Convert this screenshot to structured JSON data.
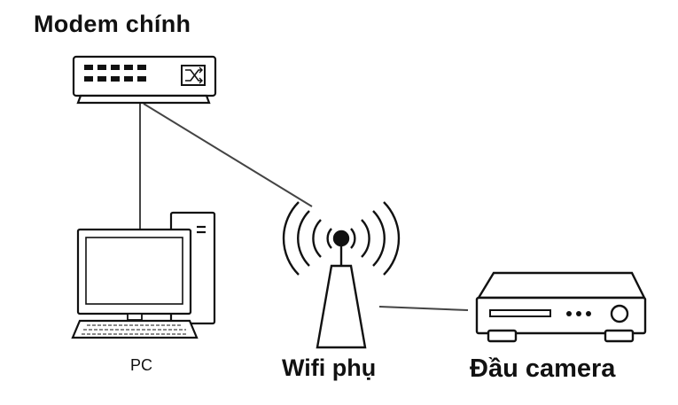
{
  "labels": {
    "modem": "Modem chính",
    "pc": "PC",
    "wifi": "Wifi phụ",
    "dvr": "Đầu camera"
  },
  "icons": {
    "modem": "network-switch-icon",
    "pc": "desktop-computer-icon",
    "wifi": "wifi-antenna-icon",
    "dvr": "dvr-recorder-icon"
  },
  "colors": {
    "stroke": "#111111",
    "cable": "#444444",
    "background": "#ffffff"
  }
}
